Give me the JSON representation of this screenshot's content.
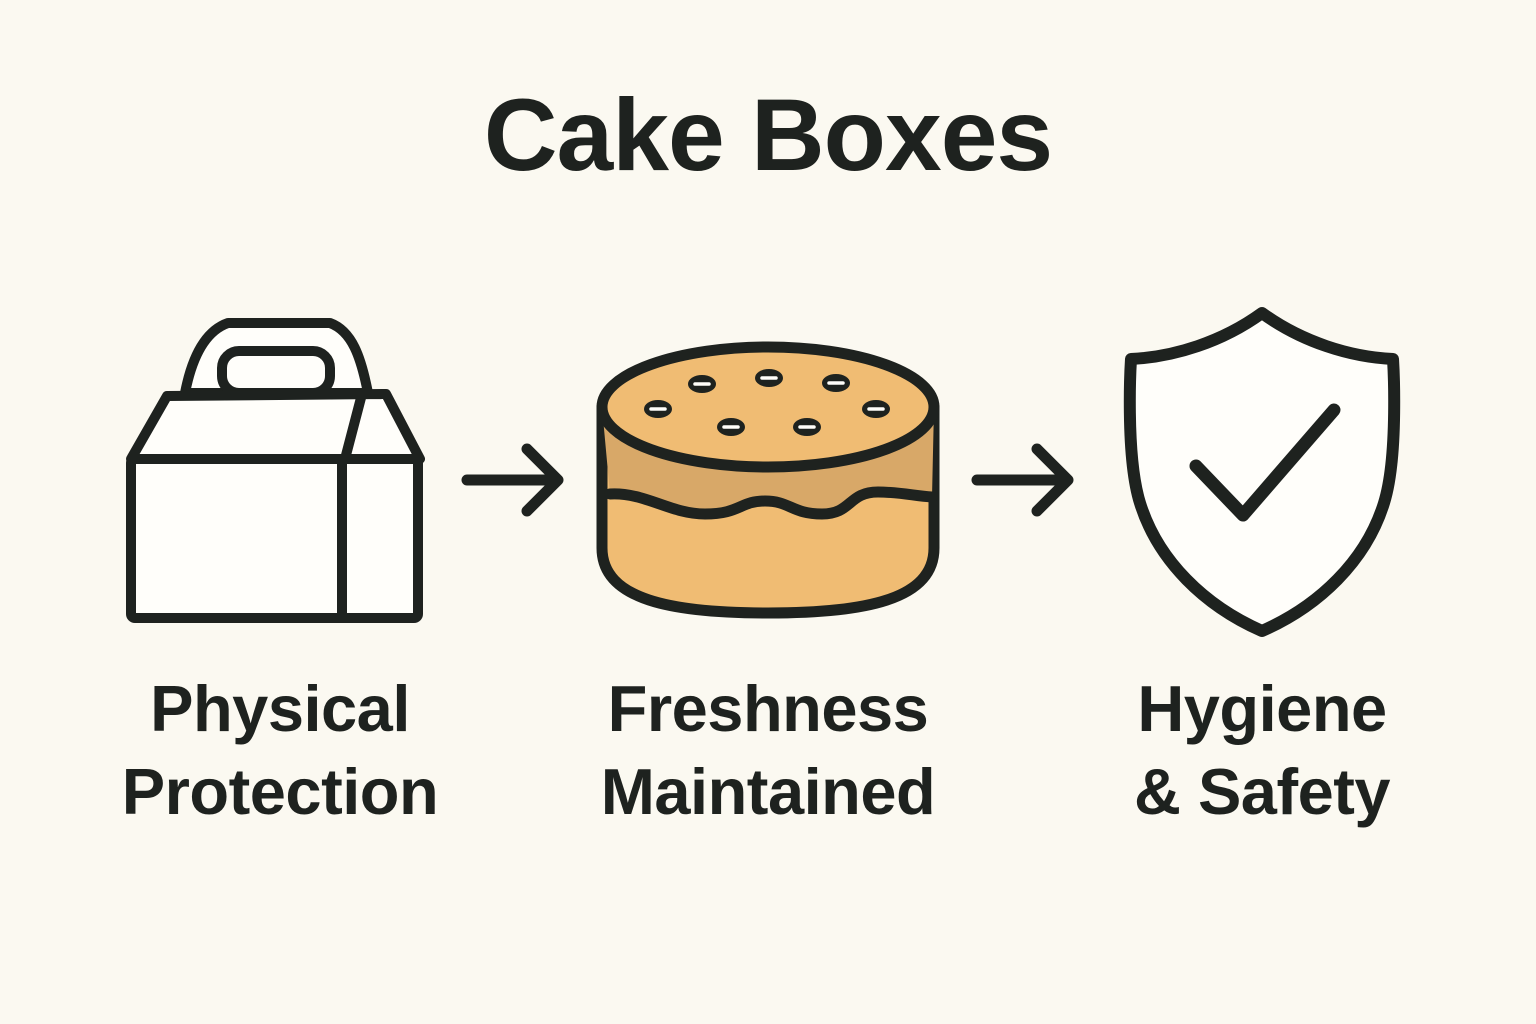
{
  "title": "Cake Boxes",
  "colors": {
    "background": "#fbf9f1",
    "outline": "#1e221f",
    "cake_light": "#f0bc73",
    "cake_mid": "#d8a868",
    "fill_white": "#fffefa"
  },
  "steps": [
    {
      "icon": "cake-box-icon",
      "label_line1": "Physical",
      "label_line2": "Protection"
    },
    {
      "icon": "cake-icon",
      "label_line1": "Freshness",
      "label_line2": "Maintained"
    },
    {
      "icon": "shield-check-icon",
      "label_line1": "Hygiene",
      "label_line2": "& Safety"
    }
  ],
  "connector_icon": "arrow-right-icon"
}
